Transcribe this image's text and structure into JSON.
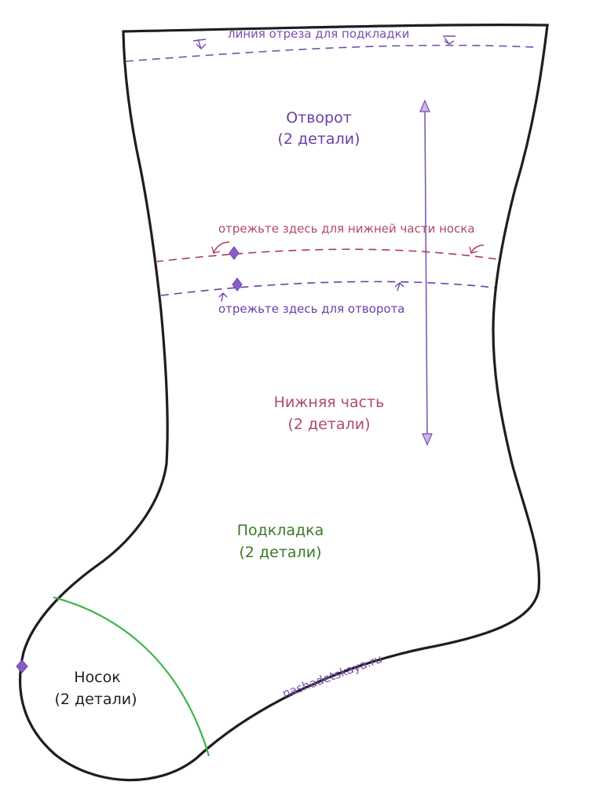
{
  "colors": {
    "outline": "#1e1e1e",
    "purple": "#7a4fb0",
    "violet": "#6a3fa8",
    "rose": "#b04a68",
    "crimson": "#b03a58",
    "green": "#3a7a2a",
    "toe_line": "#3cb54a",
    "watermark": "#7a4fb0"
  },
  "labels": {
    "lining_cut_line": "линия отреза для подкладки",
    "cuff_title": "Отворот",
    "cuff_count": "(2 детали)",
    "cut_lower_line": "отрежьте здесь для нижней части носка",
    "cut_cuff_line": "отрежьте здесь для отворота",
    "lower_title": "Нижняя часть",
    "lower_count": "(2 детали)",
    "lining_title": "Подкладка",
    "lining_count": "(2 детали)",
    "toe_title": "Носок",
    "toe_count": "(2 детали)",
    "watermark": "nashadetskaya.ru"
  },
  "icons": {
    "grain_arrow": "double-arrow-icon",
    "notch": "diamond-icon",
    "fold_arrow": "arrow-icon"
  }
}
